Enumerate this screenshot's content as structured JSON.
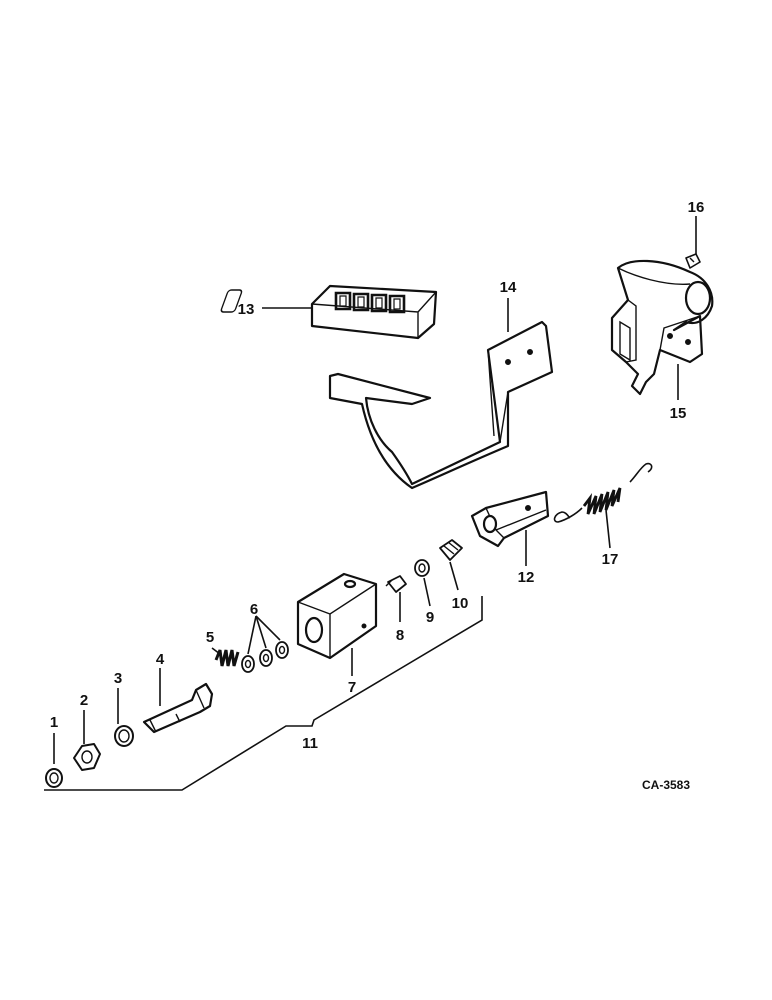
{
  "diagram": {
    "drawing_code": "CA-3583",
    "callouts": [
      "1",
      "2",
      "3",
      "4",
      "5",
      "6",
      "7",
      "8",
      "9",
      "10",
      "11",
      "12",
      "13",
      "14",
      "15",
      "16",
      "17"
    ]
  }
}
